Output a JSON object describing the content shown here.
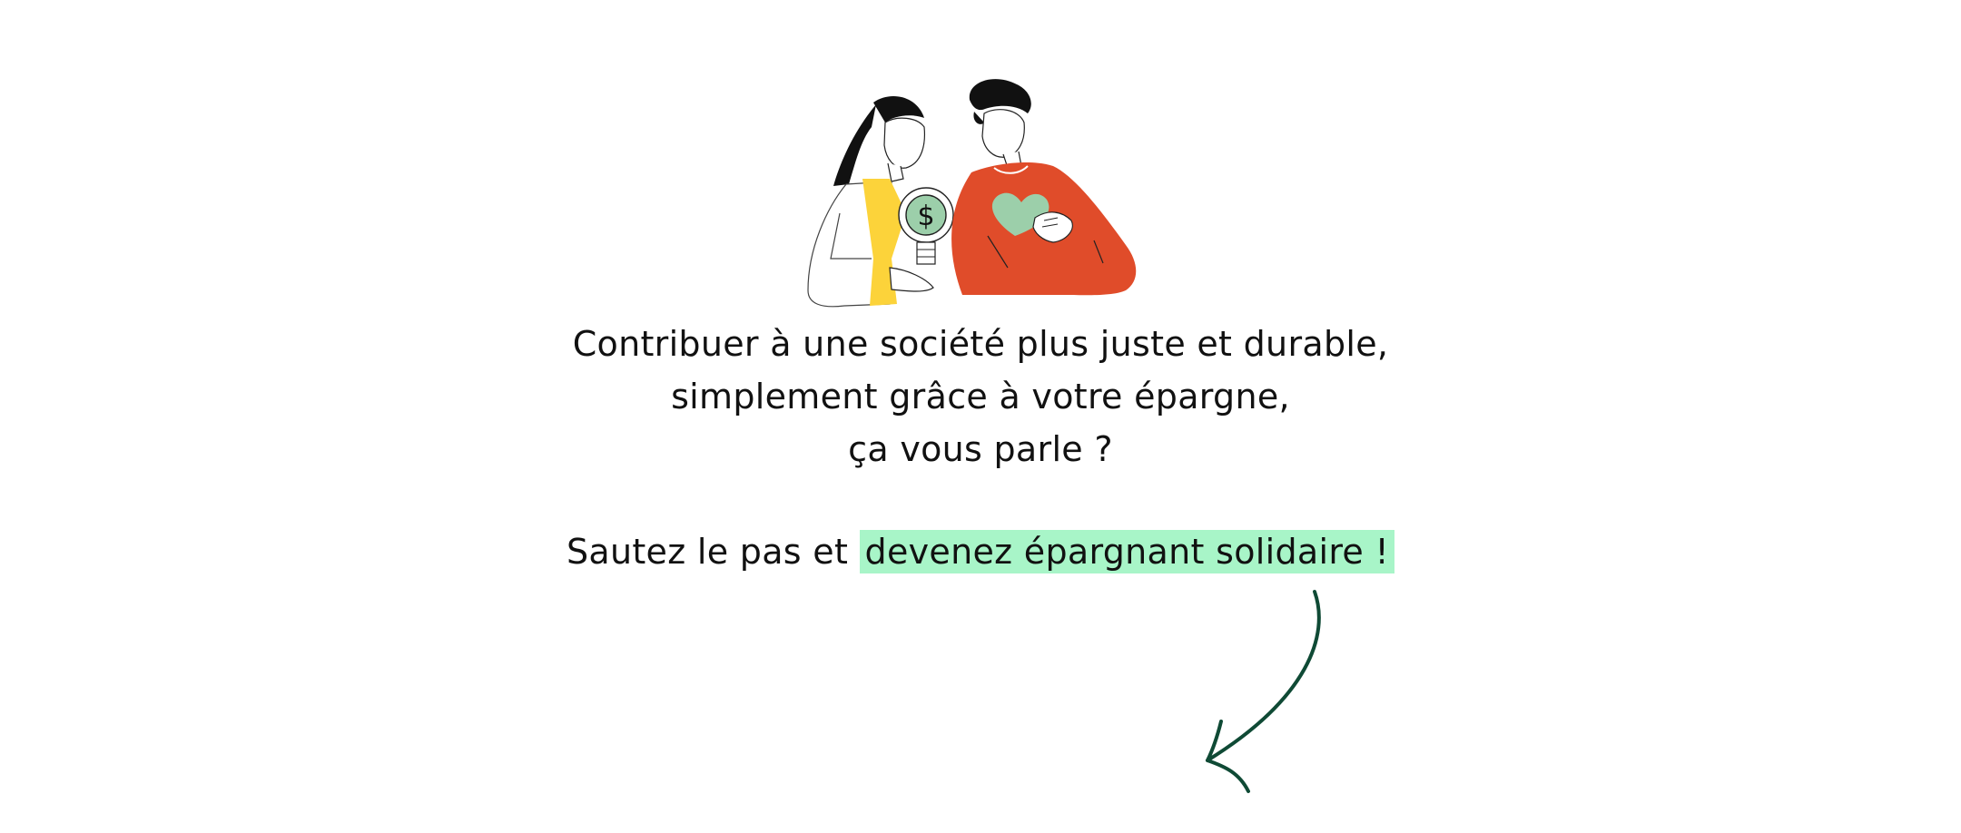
{
  "message": {
    "line1": "Contribuer à une société plus juste et durable,",
    "line2": "simplement grâce à votre épargne,",
    "line3": "ça vous parle ?"
  },
  "call_to_action": {
    "prefix": "Sautez le pas et",
    "highlight": "devenez épargnant solidaire !"
  },
  "colors": {
    "highlight_bg": "#a8f5c8",
    "arrow": "#0f4a35",
    "woman_shirt": "#fcd33a",
    "man_sweater": "#e04c2a",
    "heart": "#9ccfaa"
  },
  "icons": {
    "illustration": "couple-savings-illustration",
    "arrow": "curved-arrow-down-left-icon"
  }
}
